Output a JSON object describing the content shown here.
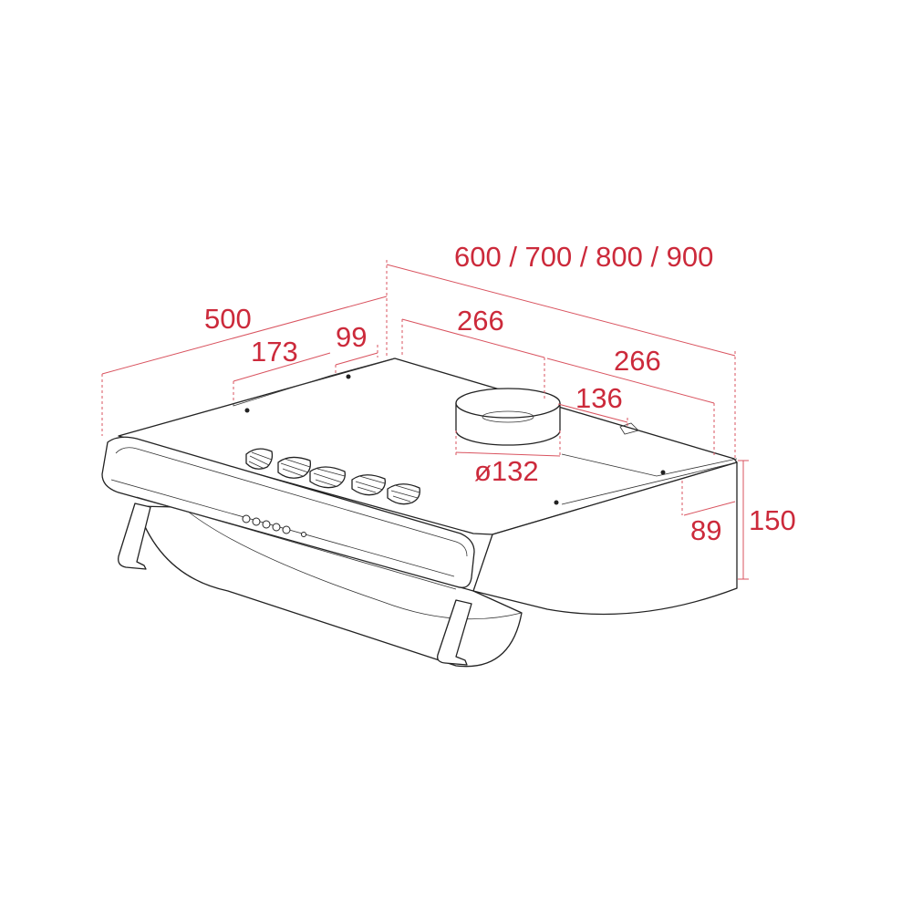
{
  "product": "cooker hood dimension drawing",
  "colors": {
    "dimension": "#cc2a3b",
    "outline": "#222222",
    "background": "#ffffff"
  },
  "dimensions": {
    "width_options": "600 / 700 / 800 / 900",
    "depth": "500",
    "front_cutout": "173",
    "front_offset": "99",
    "outlet_offset_left": "266",
    "outlet_offset_right": "266",
    "outlet_rear": "136",
    "outlet_diameter": "ø132",
    "rear_height": "89",
    "total_height": "150"
  }
}
